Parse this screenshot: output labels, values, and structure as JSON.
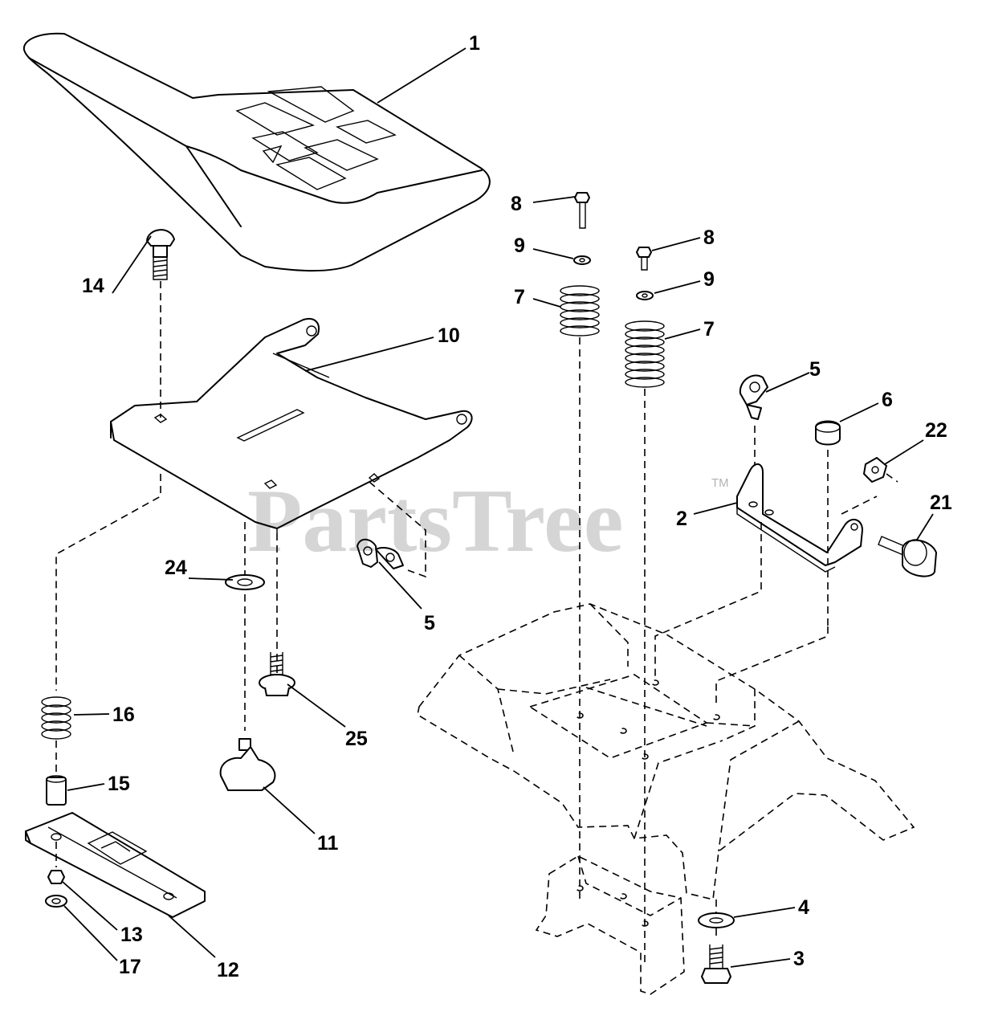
{
  "watermark": {
    "text": "PartsTree",
    "trademark": "TM"
  },
  "callouts": {
    "c1": "1",
    "c2": "2",
    "c3": "3",
    "c4": "4",
    "c5a": "5",
    "c5b": "5",
    "c6": "6",
    "c7a": "7",
    "c7b": "7",
    "c8a": "8",
    "c8b": "8",
    "c9a": "9",
    "c9b": "9",
    "c10": "10",
    "c11": "11",
    "c12": "12",
    "c13": "13",
    "c14": "14",
    "c15": "15",
    "c16": "16",
    "c17": "17",
    "c21": "21",
    "c22": "22",
    "c24": "24",
    "c25": "25"
  },
  "parts": {
    "seat": "seat-icon",
    "seat_pan": "seat-pan-icon",
    "slide_bracket": "slide-bracket-icon",
    "support_bracket": "support-bracket-icon",
    "frame": "frame-icon",
    "springs": "spring-icon",
    "bolts": "bolt-icon",
    "knob": "knob-icon"
  }
}
